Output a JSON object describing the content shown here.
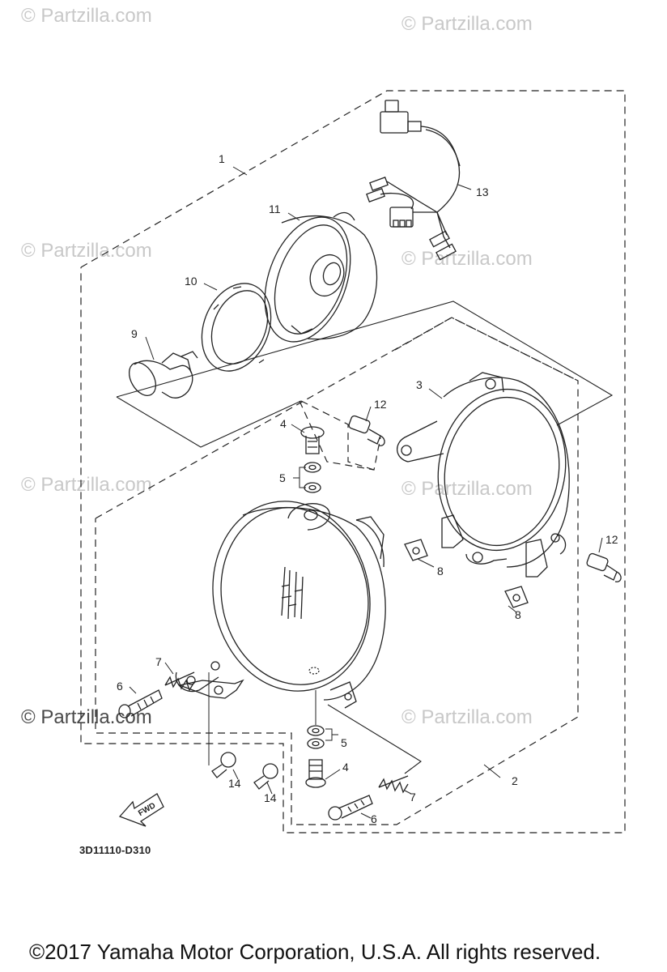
{
  "watermark": "© Partzilla.com",
  "diagram_code": "3D11110-D310",
  "copyright": "©2017  Yamaha Motor Corporation, U.S.A. All rights reserved.",
  "fwd_label": "FWD",
  "callouts": [
    "1",
    "2",
    "3",
    "4",
    "4",
    "5",
    "5",
    "6",
    "6",
    "7",
    "7",
    "8",
    "8",
    "9",
    "10",
    "11",
    "12",
    "12",
    "13",
    "14",
    "14"
  ]
}
